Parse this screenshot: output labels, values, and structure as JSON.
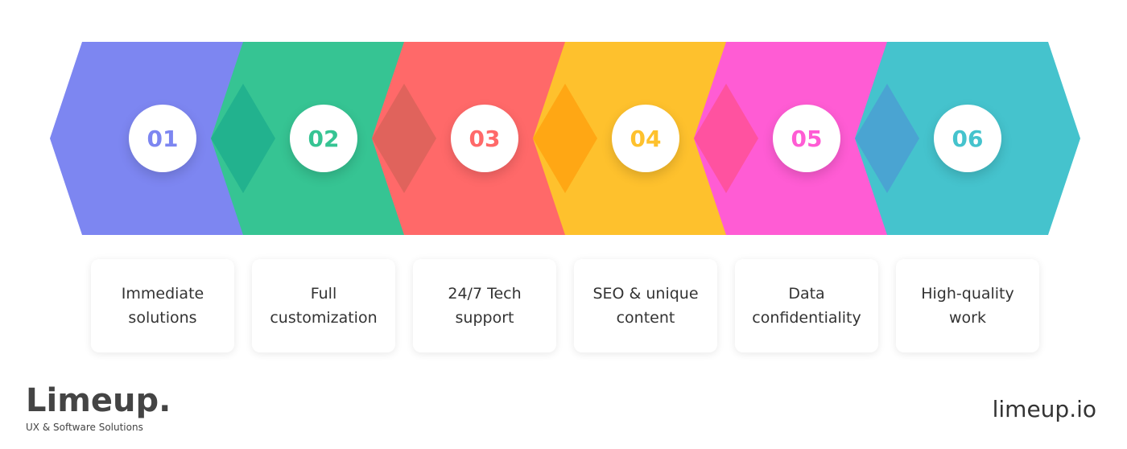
{
  "items": [
    {
      "number": "01",
      "label": "Immediate\nsolutions",
      "color": "#7D86F1"
    },
    {
      "number": "02",
      "label": "Full\ncustomization",
      "color": "#36C493"
    },
    {
      "number": "03",
      "label": "24/7 Tech\nsupport",
      "color": "#FF6969"
    },
    {
      "number": "04",
      "label": "SEO & unique\ncontent",
      "color": "#FEC12D"
    },
    {
      "number": "05",
      "label": "Data\nconfidentiality",
      "color": "#FF5CD4"
    },
    {
      "number": "06",
      "label": "High-quality\nwork",
      "color": "#45C3CD"
    }
  ],
  "overlap_colors": [
    "#22B28E",
    "#E0635C",
    "#FFA714",
    "#FF52A0",
    "#4AA4D2"
  ],
  "logo": {
    "name": "Limeup.",
    "tagline": "UX & Software Solutions"
  },
  "url": "limeup.io"
}
